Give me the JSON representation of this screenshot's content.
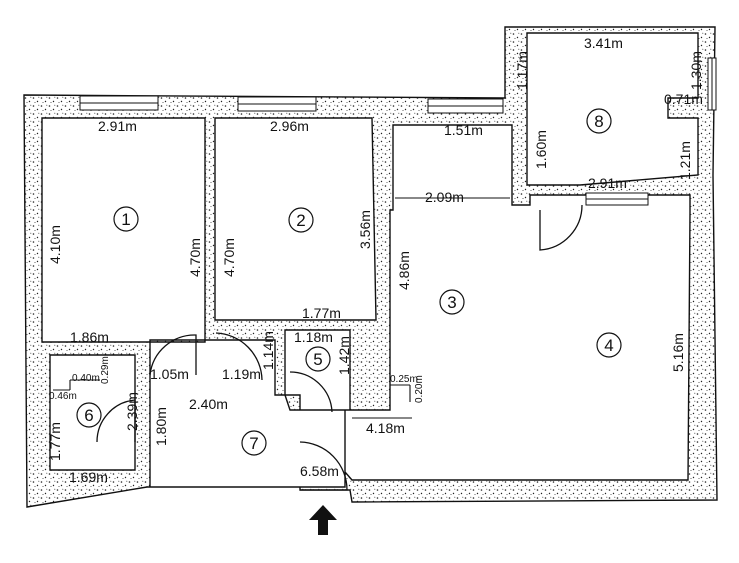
{
  "rooms": [
    "1",
    "2",
    "3",
    "4",
    "5",
    "6",
    "7",
    "8"
  ],
  "dimensions": {
    "r1_top": "2.91m",
    "r1_side": "4.10m",
    "r1_bottom": "1.86m",
    "r1_right": "4.70m",
    "r2_left": "4.70m",
    "r2_top": "2.96m",
    "r2_right": "3.56m",
    "r2_bottom": "1.77m",
    "r3_top": "1.51m",
    "r3_mid": "2.09m",
    "r3_left": "4.86m",
    "r8_top": "3.41m",
    "r8_left_top": "1.17m",
    "r8_right_top": "1.30m",
    "r8_niche": "0.71m",
    "r8_left": "1.60m",
    "r8_right": "1.21m",
    "r8_bottom": "2.91m",
    "r4_right": "5.16m",
    "r5_top": "1.18m",
    "r5_left": "1.14m",
    "r5_right": "1.42m",
    "r5_bottom": "1.19m",
    "door_1_05": "1.05m",
    "hall": "2.40m",
    "r6_a": "0.40m",
    "r6_b": "0.29m",
    "r6_c": "0.46m",
    "r6_d": "2.39m",
    "r6_left": "1.77m",
    "r6_bottom": "1.69m",
    "r7_left": "1.80m",
    "r7_bottom": "6.58m",
    "r3_niche_a": "0.25m",
    "r3_niche_b": "0.20m",
    "r3_bottom": "4.18m"
  }
}
